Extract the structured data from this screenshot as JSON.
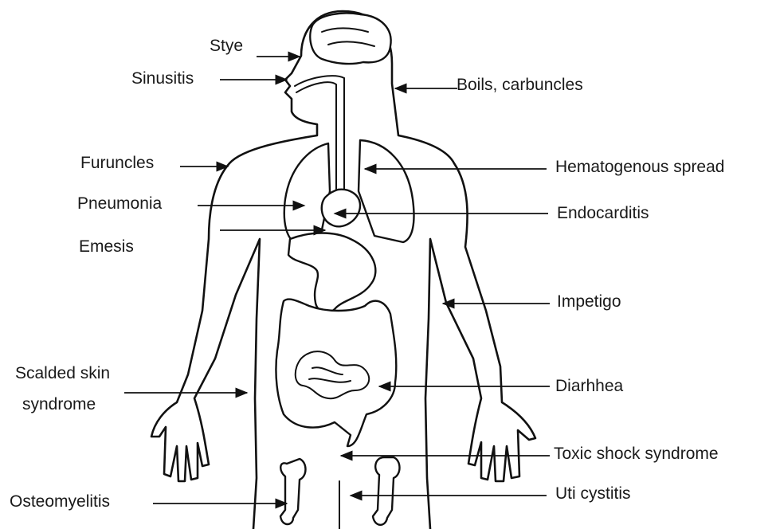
{
  "labels": {
    "stye": "Stye",
    "sinusitis": "Sinusitis",
    "boils": "Boils, carbuncles",
    "furuncles": "Furuncles",
    "hematogenous": "Hematogenous spread",
    "pneumonia": "Pneumonia",
    "endocarditis": "Endocarditis",
    "emesis": "Emesis",
    "impetigo": "Impetigo",
    "scalded_line1": "Scalded skin",
    "scalded_line2": "syndrome",
    "diarrhea": "Diarhhea",
    "tss": "Toxic shock syndrome",
    "osteomyelitis": "Osteomyelitis",
    "uti": "Uti cystitis"
  },
  "colors": {
    "line": "#111111",
    "background": "#ffffff"
  }
}
